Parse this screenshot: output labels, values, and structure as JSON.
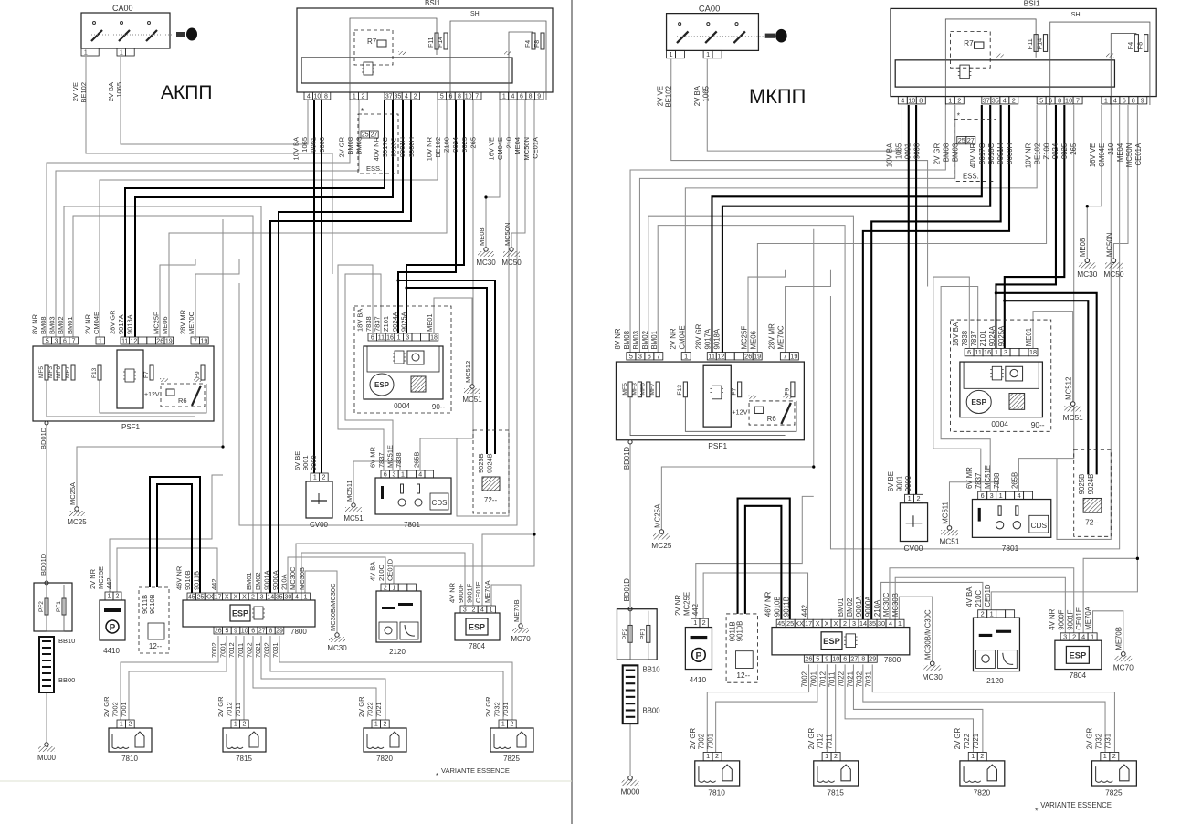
{
  "panels": [
    {
      "title": "АКПП"
    },
    {
      "title": "МКПП"
    }
  ],
  "colors": {
    "wire_gray": "#8a8a8a",
    "wire_black": "#000000",
    "box": "#222222",
    "divider": "#777777"
  },
  "components": {
    "ca00": {
      "label": "CA00",
      "pins": [
        "1",
        "",
        "1",
        ""
      ],
      "wires_a": [
        "2V VE",
        "BE102"
      ],
      "wires_b": [
        "2V BA",
        "1065"
      ],
      "icon": "ignition-key-icon"
    },
    "bsi1": {
      "label": "BSI1",
      "relay": "R7",
      "fuses": [
        "F11",
        "F14",
        "F4",
        "F8"
      ],
      "shunt": "SH",
      "groups": [
        {
          "pins": [
            "4",
            "10",
            "8"
          ],
          "wires": [
            "10V BA",
            "1065",
            "9001",
            "9000"
          ]
        },
        {
          "pins": [
            "1",
            "2"
          ],
          "wires": [
            "2V GR",
            "BM08",
            "BM03"
          ]
        },
        {
          "pins": [
            "37",
            "35",
            "4",
            "2"
          ],
          "wires": [
            "40V NR",
            "9017C",
            "9018C",
            "9001H",
            "9000H"
          ]
        },
        {
          "pins": [
            "5",
            "6",
            "8",
            "10",
            "7"
          ],
          "wires": [
            "10V NR",
            "BE102",
            "Z100",
            "9024",
            "9025",
            "265"
          ]
        },
        {
          "pins": [
            "1",
            "4",
            "6",
            "8",
            "9"
          ],
          "wires": [
            "16V VE",
            "CM04E",
            "210",
            "ME04",
            "MC50N",
            "CE01A"
          ]
        }
      ]
    },
    "ess": {
      "label": "ESS.",
      "pins": [
        "25",
        "27"
      ],
      "mark": "*"
    },
    "psf1": {
      "label": "PSF1",
      "fuses": [
        "MF5",
        "MF3",
        "MF6",
        "MF7",
        "F13",
        "F7",
        "F9"
      ],
      "supply": "+12V",
      "relay": "R6",
      "groups": [
        {
          "pins": [
            "5",
            "3",
            "6",
            "7"
          ],
          "wires": [
            "8V NR",
            "BM08",
            "BM03",
            "BM02",
            "BM01"
          ]
        },
        {
          "pins": [
            "1"
          ],
          "wires": [
            "2V NR",
            "CM04E"
          ]
        },
        {
          "pins": [
            "11",
            "12",
            "",
            "",
            "26",
            "19"
          ],
          "wires": [
            "28V GR",
            "9017A",
            "9018A",
            "",
            "",
            "MC25F",
            "ME06"
          ]
        },
        {
          "pins": [
            "7",
            "19"
          ],
          "wires": [
            "28V MR",
            "ME70C"
          ]
        }
      ],
      "bottom_wire": "BD01D"
    },
    "c0004": {
      "label": "0004",
      "variant": "90--",
      "pins": [
        "6",
        "11",
        "16",
        "1",
        "3",
        "",
        "",
        "18"
      ],
      "wires": [
        "18V BA",
        "7838",
        "7837",
        "Z101",
        "9024A",
        "9025A",
        "",
        "",
        "ME01"
      ],
      "badge": "ESP"
    },
    "cv00": {
      "label": "CV00",
      "pins": [
        "1",
        "2"
      ],
      "wires": [
        "6V BE",
        "9001",
        "9000"
      ]
    },
    "c7801": {
      "label": "7801",
      "pins": [
        "6",
        "3",
        "1",
        "",
        "4",
        ""
      ],
      "wires": [
        "6V MR",
        "7837",
        "MC51E",
        "7838",
        "",
        "265B"
      ],
      "badge": "CDS"
    },
    "c72": {
      "label": "72--",
      "wires": [
        "9025B",
        "9024B"
      ]
    },
    "c4410": {
      "label": "4410",
      "pins": [
        "1",
        "2"
      ],
      "wires": [
        "2V NR",
        "MC25E",
        "442"
      ],
      "badge": "P"
    },
    "c12": {
      "label": "12--",
      "wires": [
        "9011B",
        "9010B"
      ]
    },
    "c7800": {
      "label": "7800",
      "badge": "ESP",
      "top_pins": [
        "45",
        "25",
        "XX",
        "17",
        "X",
        "X",
        "X",
        "2",
        "3",
        "14",
        "35",
        "30",
        "4",
        "1"
      ],
      "top_wires": [
        "46V NR",
        "9010B",
        "9011B",
        "",
        "442",
        "",
        "",
        "",
        "BM01",
        "BM02",
        "9001A",
        "9000A",
        "210A",
        "MC30C",
        "MC30B"
      ],
      "bottom_pins": [
        "26",
        "5",
        "9",
        "10",
        "6",
        "27",
        "8",
        "29"
      ],
      "bottom_wires": [
        "7002",
        "7001",
        "7012",
        "7011",
        "7022",
        "7021",
        "7032",
        "7031"
      ]
    },
    "c2120": {
      "label": "2120",
      "pins": [
        "2",
        "1",
        "",
        ""
      ],
      "wires": [
        "4V BA",
        "210C",
        "CE01D"
      ]
    },
    "c7804": {
      "label": "7804",
      "badge": "ESP",
      "pins": [
        "3",
        "2",
        "4",
        "1"
      ],
      "wires": [
        "4V NR",
        "9000F",
        "9001F",
        "CE01E",
        "ME70A"
      ]
    },
    "power": {
      "fuses": [
        "PF2",
        "PF1"
      ],
      "top_wire": "BD01D",
      "box_label": "BB10",
      "battery": "BB00",
      "ground": "M000"
    },
    "grounds": [
      {
        "wire": "ME08",
        "label": "MC30"
      },
      {
        "wire": "MC50N",
        "label": "MC50"
      },
      {
        "wire": "MC512",
        "label": "MC51"
      },
      {
        "wire": "MC511",
        "label": "MC51"
      },
      {
        "wire": "MC25A",
        "label": "MC25"
      },
      {
        "wire": "MC30B/MC30C",
        "label": "MC30"
      },
      {
        "wire": "ME70B",
        "label": "MC70"
      }
    ],
    "sensors": [
      {
        "label": "7810",
        "pins": [
          "1",
          "2"
        ],
        "wires": [
          "2V GR",
          "7002",
          "7001"
        ]
      },
      {
        "label": "7815",
        "pins": [
          "1",
          "2"
        ],
        "wires": [
          "2V GR",
          "7012",
          "7011"
        ]
      },
      {
        "label": "7820",
        "pins": [
          "1",
          "2"
        ],
        "wires": [
          "2V GR",
          "7022",
          "7021"
        ]
      },
      {
        "label": "7825",
        "pins": [
          "1",
          "2"
        ],
        "wires": [
          "2V GR",
          "7032",
          "7031"
        ]
      }
    ]
  },
  "note": {
    "mark": "*",
    "text": "VARIANTE ESSENCE"
  }
}
